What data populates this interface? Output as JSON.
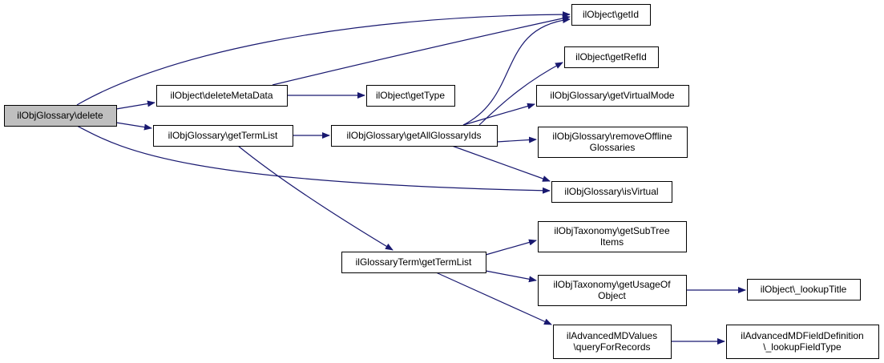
{
  "diagram": {
    "type": "call-graph",
    "colors": {
      "edge": "#191970",
      "root_fill": "#bfbfbf",
      "node_fill": "#ffffff",
      "border": "#000000"
    },
    "nodes": [
      {
        "id": "delete",
        "lines": [
          "ilObjGlossary\\delete"
        ],
        "root": true
      },
      {
        "id": "deleteMetaData",
        "lines": [
          "ilObject\\deleteMetaData"
        ]
      },
      {
        "id": "getTermList",
        "lines": [
          "ilObjGlossary\\getTermList"
        ]
      },
      {
        "id": "getType",
        "lines": [
          "ilObject\\getType"
        ]
      },
      {
        "id": "getAllGlossaryIds",
        "lines": [
          "ilObjGlossary\\getAllGlossaryIds"
        ]
      },
      {
        "id": "getId",
        "lines": [
          "ilObject\\getId"
        ]
      },
      {
        "id": "getRefId",
        "lines": [
          "ilObject\\getRefId"
        ]
      },
      {
        "id": "getVirtualMode",
        "lines": [
          "ilObjGlossary\\getVirtualMode"
        ]
      },
      {
        "id": "removeOffline",
        "lines": [
          "ilObjGlossary\\removeOffline",
          "Glossaries"
        ]
      },
      {
        "id": "isVirtual",
        "lines": [
          "ilObjGlossary\\isVirtual"
        ]
      },
      {
        "id": "termGetTermList",
        "lines": [
          "ilGlossaryTerm\\getTermList"
        ]
      },
      {
        "id": "getSubTree",
        "lines": [
          "ilObjTaxonomy\\getSubTree",
          "Items"
        ]
      },
      {
        "id": "getUsageOf",
        "lines": [
          "ilObjTaxonomy\\getUsageOf",
          "Object"
        ]
      },
      {
        "id": "lookupTitle",
        "lines": [
          "ilObject\\_lookupTitle"
        ]
      },
      {
        "id": "queryForRecords",
        "lines": [
          "ilAdvancedMDValues",
          "\\queryForRecords"
        ]
      },
      {
        "id": "lookupFieldType",
        "lines": [
          "ilAdvancedMDFieldDefinition",
          "\\_lookupFieldType"
        ]
      }
    ],
    "edges": [
      {
        "from": "delete",
        "to": "getId"
      },
      {
        "from": "delete",
        "to": "deleteMetaData"
      },
      {
        "from": "delete",
        "to": "getTermList"
      },
      {
        "from": "delete",
        "to": "isVirtual"
      },
      {
        "from": "deleteMetaData",
        "to": "getType"
      },
      {
        "from": "deleteMetaData",
        "to": "getId"
      },
      {
        "from": "getTermList",
        "to": "getAllGlossaryIds"
      },
      {
        "from": "getTermList",
        "to": "termGetTermList"
      },
      {
        "from": "getAllGlossaryIds",
        "to": "getId"
      },
      {
        "from": "getAllGlossaryIds",
        "to": "getRefId"
      },
      {
        "from": "getAllGlossaryIds",
        "to": "getVirtualMode"
      },
      {
        "from": "getAllGlossaryIds",
        "to": "removeOffline"
      },
      {
        "from": "getAllGlossaryIds",
        "to": "isVirtual"
      },
      {
        "from": "termGetTermList",
        "to": "getSubTree"
      },
      {
        "from": "termGetTermList",
        "to": "getUsageOf"
      },
      {
        "from": "termGetTermList",
        "to": "queryForRecords"
      },
      {
        "from": "getUsageOf",
        "to": "lookupTitle"
      },
      {
        "from": "queryForRecords",
        "to": "lookupFieldType"
      }
    ]
  }
}
